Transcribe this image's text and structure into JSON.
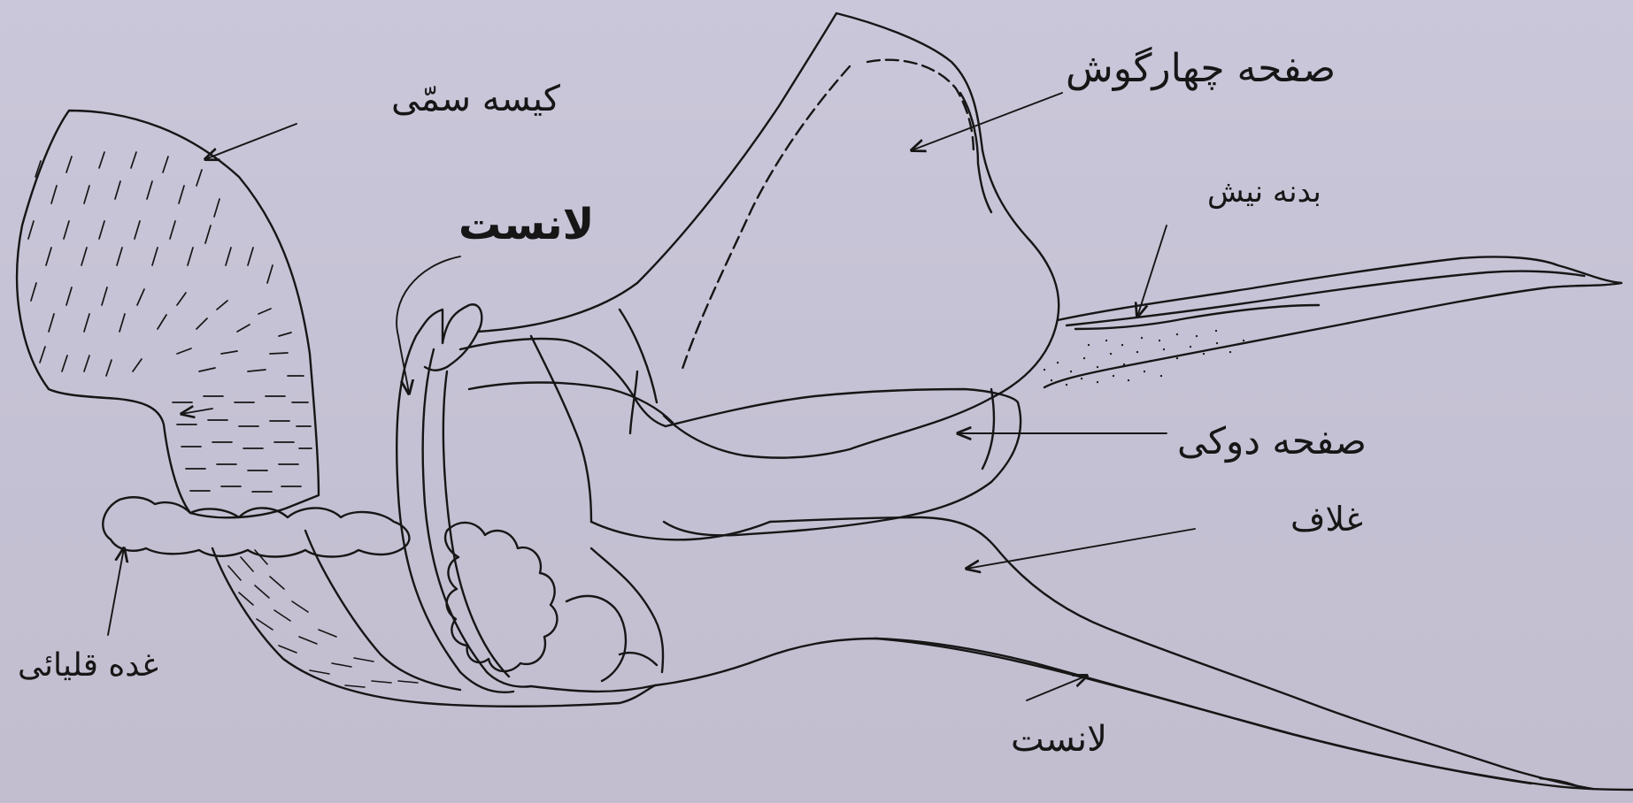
{
  "labels": {
    "venom_sac": "کیسه سمّی",
    "lancet_top": "لانست",
    "quadrate_plate": "صفحه چهارگوش",
    "sting_body": "بدنه نیش",
    "oblong_plate": "صفحه دوکی",
    "sheath": "غلاف",
    "alkaline_gland": "غده قلیائی",
    "lancet_bottom": "لانست"
  },
  "colors": {
    "paper": "#c7c3d6",
    "ink": "#161616"
  }
}
